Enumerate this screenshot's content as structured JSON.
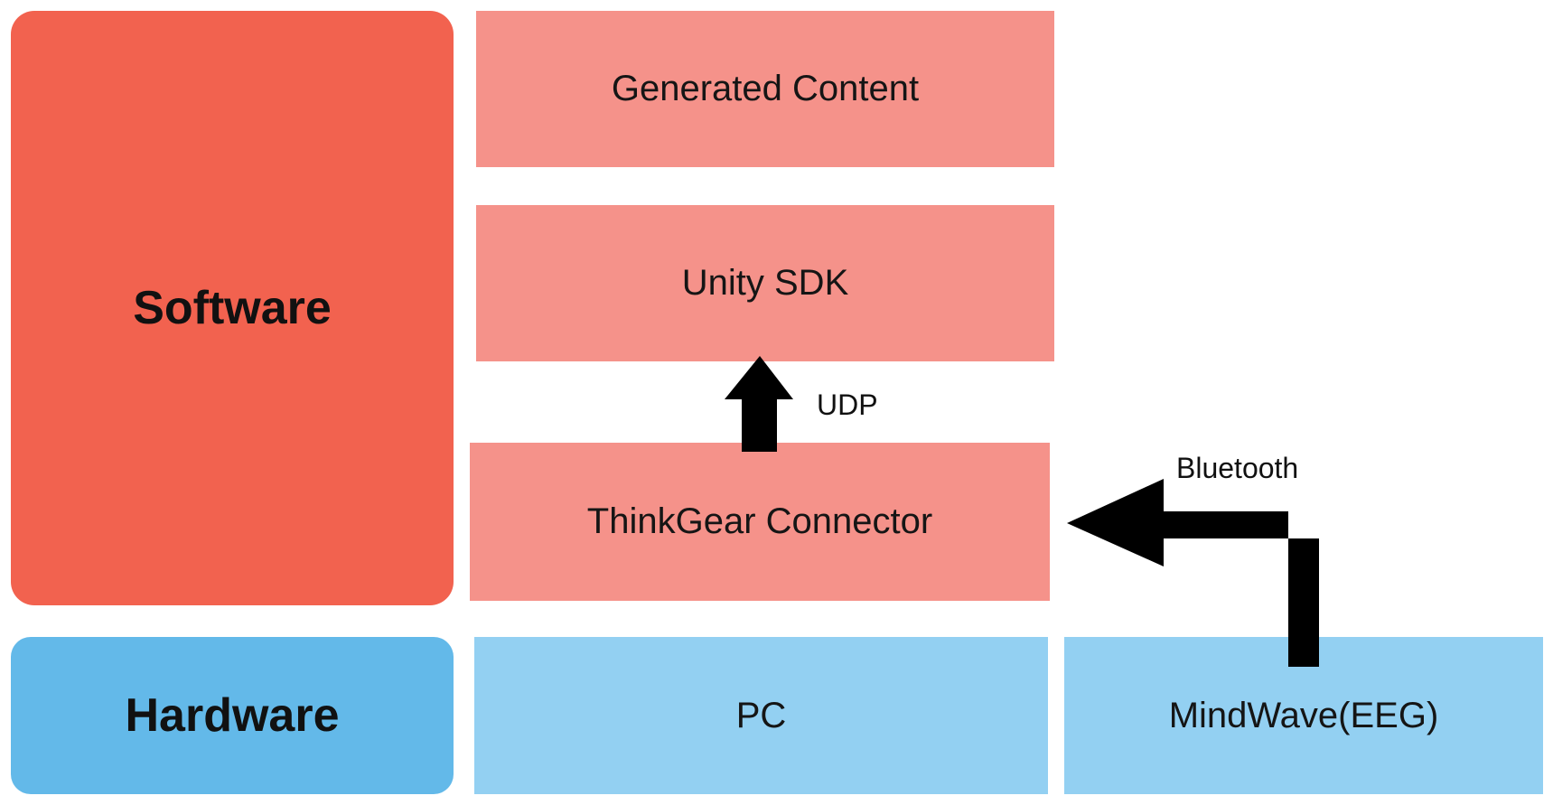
{
  "colors": {
    "software_layer": "#f2624f",
    "software_component": "#f5928a",
    "hardware_layer": "#63b9e9",
    "hardware_component": "#93d0f2",
    "arrow": "#000000"
  },
  "layers": {
    "software": "Software",
    "hardware": "Hardware"
  },
  "components": {
    "generated_content": "Generated Content",
    "unity_sdk": "Unity SDK",
    "thinkgear_connector": "ThinkGear Connector",
    "pc": "PC",
    "mindwave": "MindWave(EEG)"
  },
  "edges": [
    {
      "from": "ThinkGear Connector",
      "to": "Unity SDK",
      "label": "UDP"
    },
    {
      "from": "MindWave(EEG)",
      "to": "ThinkGear Connector",
      "label": "Bluetooth"
    }
  ]
}
